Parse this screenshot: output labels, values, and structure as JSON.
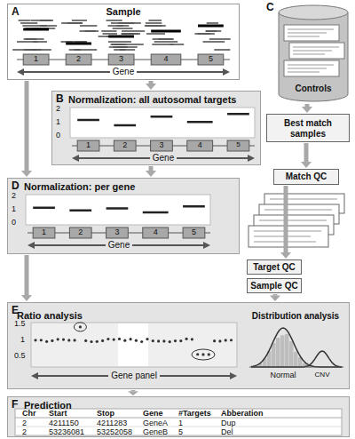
{
  "diagram": {
    "nodes": [
      {
        "text": [
          "A",
          "Sample"
        ]
      },
      {
        "text": [
          "C",
          "Controls"
        ]
      },
      {
        "text": [
          "B",
          "Normalization: all autosomal targets"
        ]
      },
      {
        "text": [
          "Best match samples"
        ]
      },
      {
        "text": [
          "Match QC"
        ]
      },
      {
        "text": [
          "D",
          "Normalization: per gene"
        ]
      },
      {
        "text": [
          "Target QC"
        ]
      },
      {
        "text": [
          "Sample QC"
        ]
      },
      {
        "text": [
          "E"
        ]
      },
      {
        "text": [
          "Ratio analysis"
        ],
        "in": 8
      },
      {
        "text": [
          "Distribution analysis"
        ],
        "in": 8
      },
      {
        "text": [
          "F",
          "Prediction"
        ]
      }
    ],
    "edges": [
      {
        "from": 0,
        "to": 2,
        "arrow": "to"
      },
      {
        "from": 0,
        "to": 5,
        "arrow": "to"
      },
      {
        "from": 1,
        "to": 3,
        "arrow": "to"
      },
      {
        "from": 2,
        "to": 5,
        "arrow": "to"
      },
      {
        "from": 3,
        "to": 4,
        "arrow": "to"
      },
      {
        "from": 4,
        "to": 6,
        "arrow": "to"
      },
      {
        "from": 7,
        "to": 8,
        "arrow": "to"
      },
      {
        "from": 5,
        "to": 8,
        "arrow": "to"
      },
      {
        "from": 8,
        "to": 11,
        "arrow": "to"
      }
    ],
    "labels": [
      "1",
      "2",
      "3",
      "4",
      "5",
      "Gene",
      "2",
      "1",
      "0",
      "1",
      "2",
      "3",
      "4",
      "5",
      "Gene",
      "2",
      "1",
      "0",
      "1",
      "2",
      "3",
      "4",
      "5",
      "Gene",
      "1.5",
      "1",
      "0.5",
      "Gene panel",
      "Normal",
      "CNV",
      "Chr",
      "Start",
      "Stop",
      "Gene",
      "#Targets",
      "Abberation",
      "2",
      "4211150",
      "4211283",
      "GeneA",
      "1",
      "Dup",
      "2",
      "53236081",
      "53252058",
      "GeneB",
      "5",
      "Del"
    ]
  }
}
